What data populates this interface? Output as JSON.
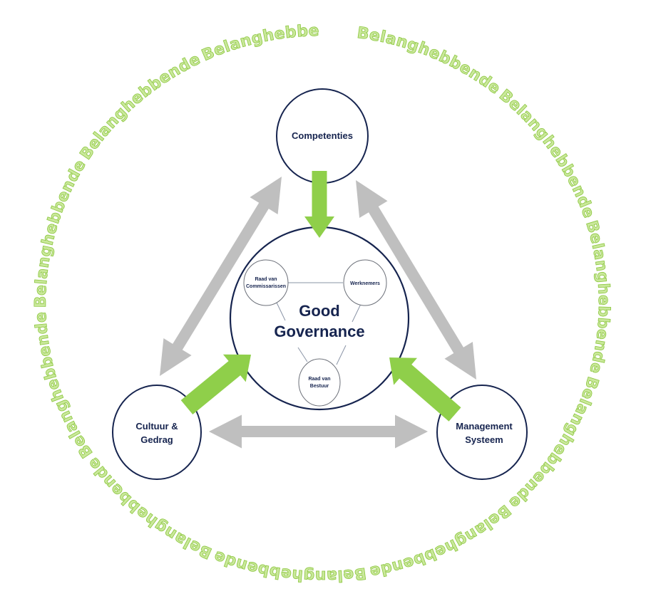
{
  "ring": {
    "word": "Belanghebbende",
    "count": 11,
    "color_fill": "#c9e89a",
    "color_stroke": "#8cc63f"
  },
  "colors": {
    "navy": "#16244f",
    "green_arrow": "#8fcf4a",
    "gray_arrow": "#bfbfbf",
    "inner_line": "#8a94a6"
  },
  "nodes": {
    "top": {
      "lines": [
        "Competenties"
      ]
    },
    "left": {
      "lines": [
        "Cultuur &",
        "Gedrag"
      ]
    },
    "right": {
      "lines": [
        "Management",
        "Systeem"
      ]
    },
    "center": {
      "lines": [
        "Good",
        "Governance"
      ]
    }
  },
  "inner_nodes": {
    "left": {
      "lines": [
        "Raad van",
        "Commissarissen"
      ]
    },
    "right": {
      "lines": [
        "Werknemers"
      ]
    },
    "bottom": {
      "lines": [
        "Raad van",
        "Bestuur"
      ]
    }
  },
  "arrows": {
    "green": [
      {
        "from": "top",
        "to": "center"
      },
      {
        "from": "left",
        "to": "center"
      },
      {
        "from": "right",
        "to": "center"
      }
    ],
    "gray_bidirectional": [
      {
        "between": [
          "top",
          "left"
        ]
      },
      {
        "between": [
          "top",
          "right"
        ]
      },
      {
        "between": [
          "left",
          "right"
        ]
      }
    ]
  }
}
